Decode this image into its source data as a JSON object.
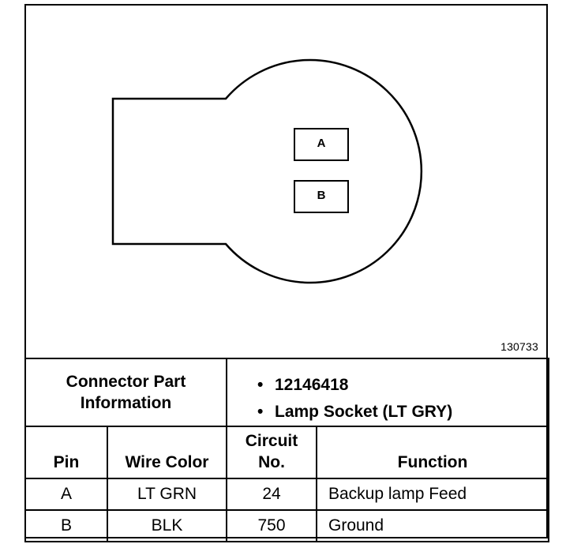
{
  "figure_id": "130733",
  "connector": {
    "pins": [
      "A",
      "B"
    ]
  },
  "part_info": {
    "label_line1": "Connector Part",
    "label_line2": "Information",
    "values": [
      "12146418",
      "Lamp Socket (LT GRY)"
    ]
  },
  "table": {
    "headers": {
      "pin": "Pin",
      "wire_color": "Wire Color",
      "circuit_line1": "Circuit",
      "circuit_line2": "No.",
      "function": "Function"
    },
    "rows": [
      {
        "pin": "A",
        "wire_color": "LT GRN",
        "circuit": "24",
        "function": "Backup lamp Feed"
      },
      {
        "pin": "B",
        "wire_color": "BLK",
        "circuit": "750",
        "function": "Ground"
      }
    ]
  }
}
